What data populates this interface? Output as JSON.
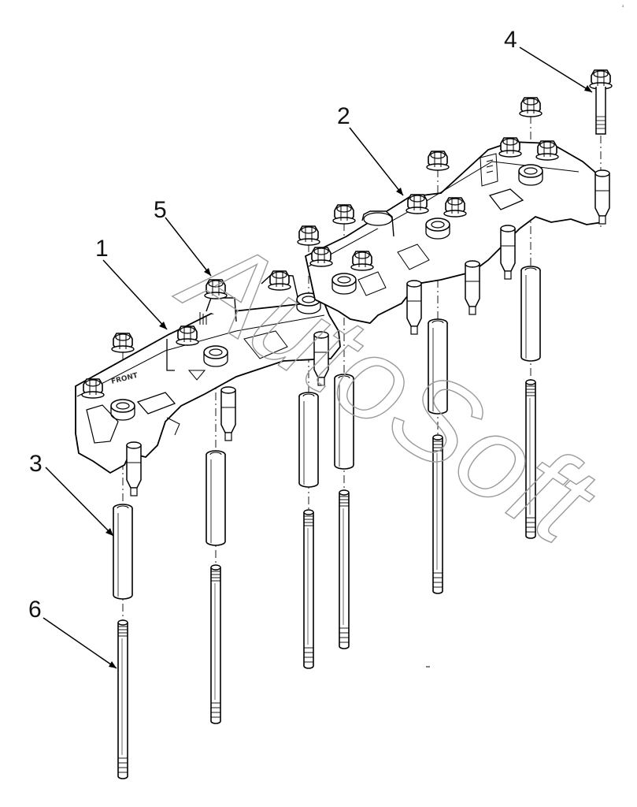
{
  "figure": {
    "callouts": [
      {
        "id": "1",
        "label": "1"
      },
      {
        "id": "2",
        "label": "2"
      },
      {
        "id": "3",
        "label": "3"
      },
      {
        "id": "4",
        "label": "4"
      },
      {
        "id": "5",
        "label": "5"
      },
      {
        "id": "6",
        "label": "6"
      }
    ],
    "casting_text": "FRONT",
    "watermark": "AutoSoft",
    "corner_stamp": "a"
  }
}
